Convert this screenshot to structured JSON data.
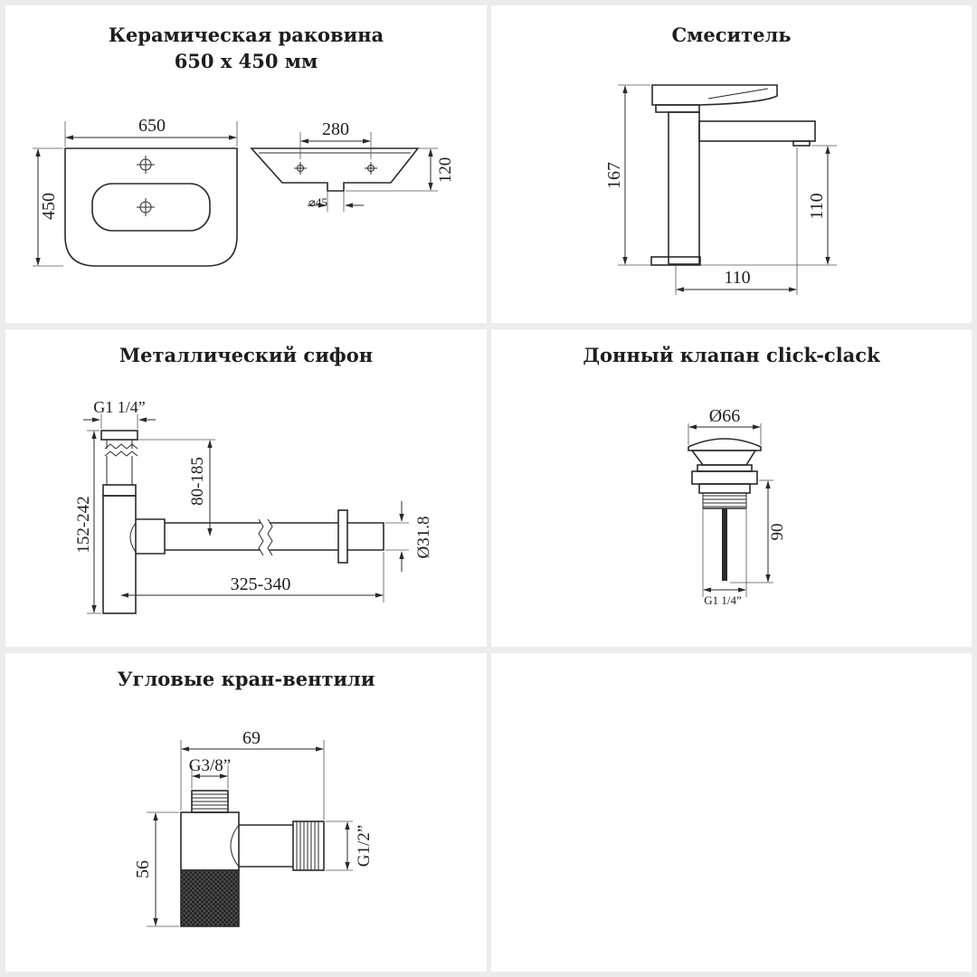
{
  "panels": {
    "sink": {
      "title_line1": "Керамическая раковина",
      "title_line2": "650 x 450 мм",
      "dims": {
        "width": "650",
        "height": "450",
        "holes": "280",
        "depth": "120",
        "drain": "⌀45"
      }
    },
    "mixer": {
      "title": "Смеситель",
      "dims": {
        "height": "167",
        "spout_height": "110",
        "spout_reach": "110"
      }
    },
    "siphon": {
      "title": "Металлический сифон",
      "dims": {
        "thread": "G1 1/4”",
        "height": "152-242",
        "offset": "80-185",
        "length": "325-340",
        "diameter": "Ø31.8"
      }
    },
    "valve": {
      "title": "Донный клапан click-clack",
      "dims": {
        "diameter": "Ø66",
        "height": "90",
        "thread": "G1 1/4”"
      }
    },
    "angle_valve": {
      "title": "Угловые кран-вентили",
      "dims": {
        "width": "69",
        "top_thread": "G3/8”",
        "height": "56",
        "side_thread": "G1/2”"
      }
    }
  },
  "colors": {
    "background": "#ececec",
    "panel": "#ffffff",
    "ink": "#2a2a2a"
  }
}
